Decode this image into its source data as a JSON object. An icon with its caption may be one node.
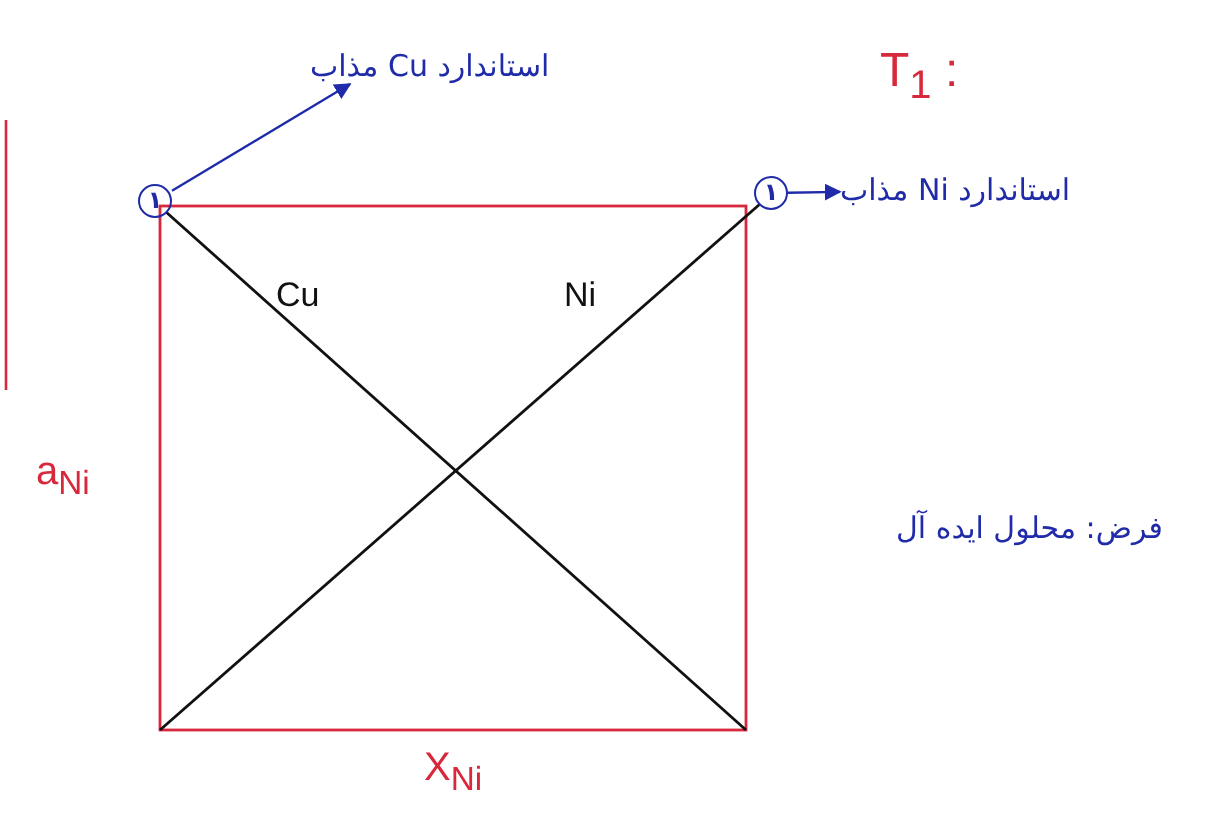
{
  "diagram": {
    "title": "T$_{1}$ :",
    "nodes": [
      {
        "text": [
          "۱"
        ]
      },
      {
        "text": [
          "استاندارد Cu مذاب"
        ]
      },
      {
        "text": [
          "۱"
        ]
      },
      {
        "text": [
          "استاندارد Ni مذاب"
        ]
      }
    ],
    "edges": [
      {
        "from": 0,
        "to": 1,
        "arrow": "to"
      },
      {
        "from": 2,
        "to": 3,
        "arrow": "to"
      }
    ],
    "labels": [
      "Cu",
      "Ni",
      "a$_{Ni}$",
      "فرض: محلول ایده آل",
      "X$_{Ni}$"
    ]
  }
}
